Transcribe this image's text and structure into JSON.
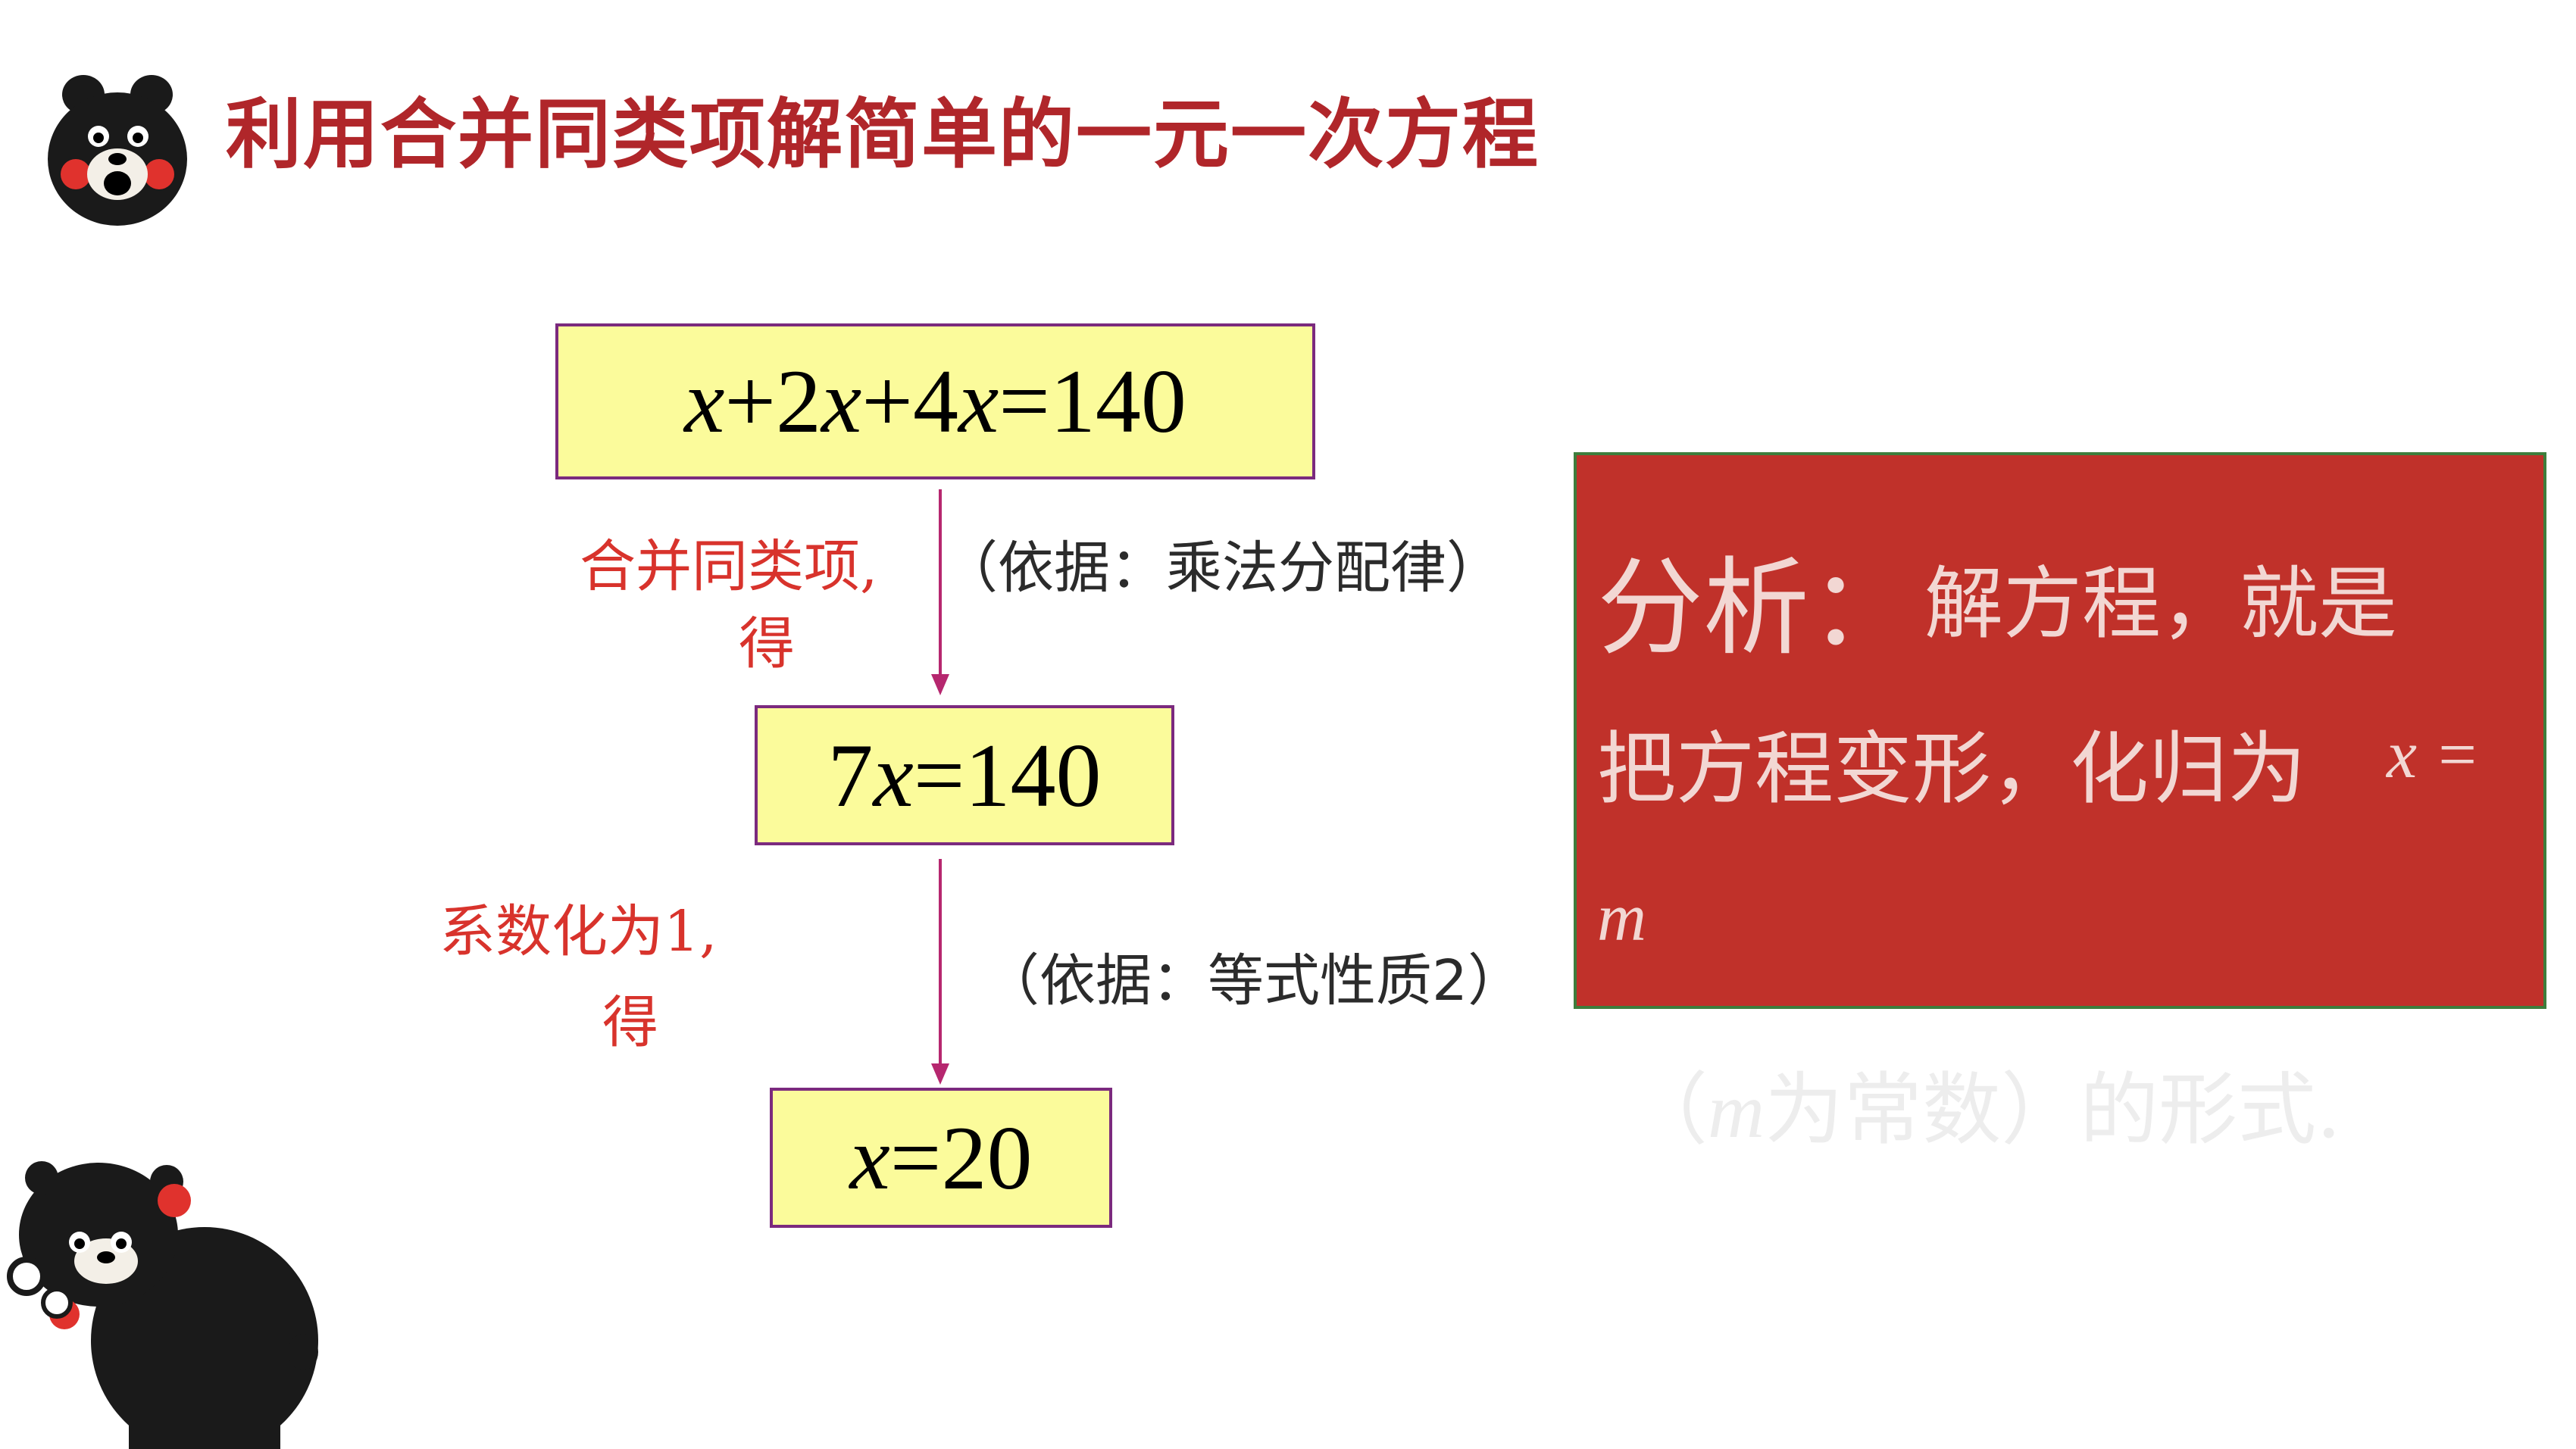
{
  "title": "利用合并同类项解简单的一元一次方程",
  "equations": {
    "eq1": [
      "x",
      "+2",
      "x",
      "+4",
      "x",
      "=140"
    ],
    "eq2": [
      "7",
      "x",
      "=140"
    ],
    "eq3": [
      "x",
      "=20"
    ]
  },
  "steps": {
    "step1_line1": "合并同类项,",
    "step1_line2": "得",
    "reason1": "（依据：乘法分配律）",
    "step2_line1": "系数化为1,",
    "step2_line2": "得",
    "reason2": "（依据：等式性质2）"
  },
  "analysis": {
    "heading": "分析：",
    "line1": "解方程，就是",
    "line2": "把方程变形，化归为",
    "var_expr": "x =",
    "m": "m",
    "faded_m": "m",
    "faded_rest": "为常数）的形式.",
    "faded_open": "（"
  },
  "colors": {
    "title": "#b0262a",
    "equation_box_fill": "#fbfb9b",
    "equation_box_border": "#7b2a7e",
    "step_text": "#d8332c",
    "arrow": "#b6276f",
    "analysis_fill": "#c0312a",
    "analysis_border": "#3e7d3c"
  }
}
